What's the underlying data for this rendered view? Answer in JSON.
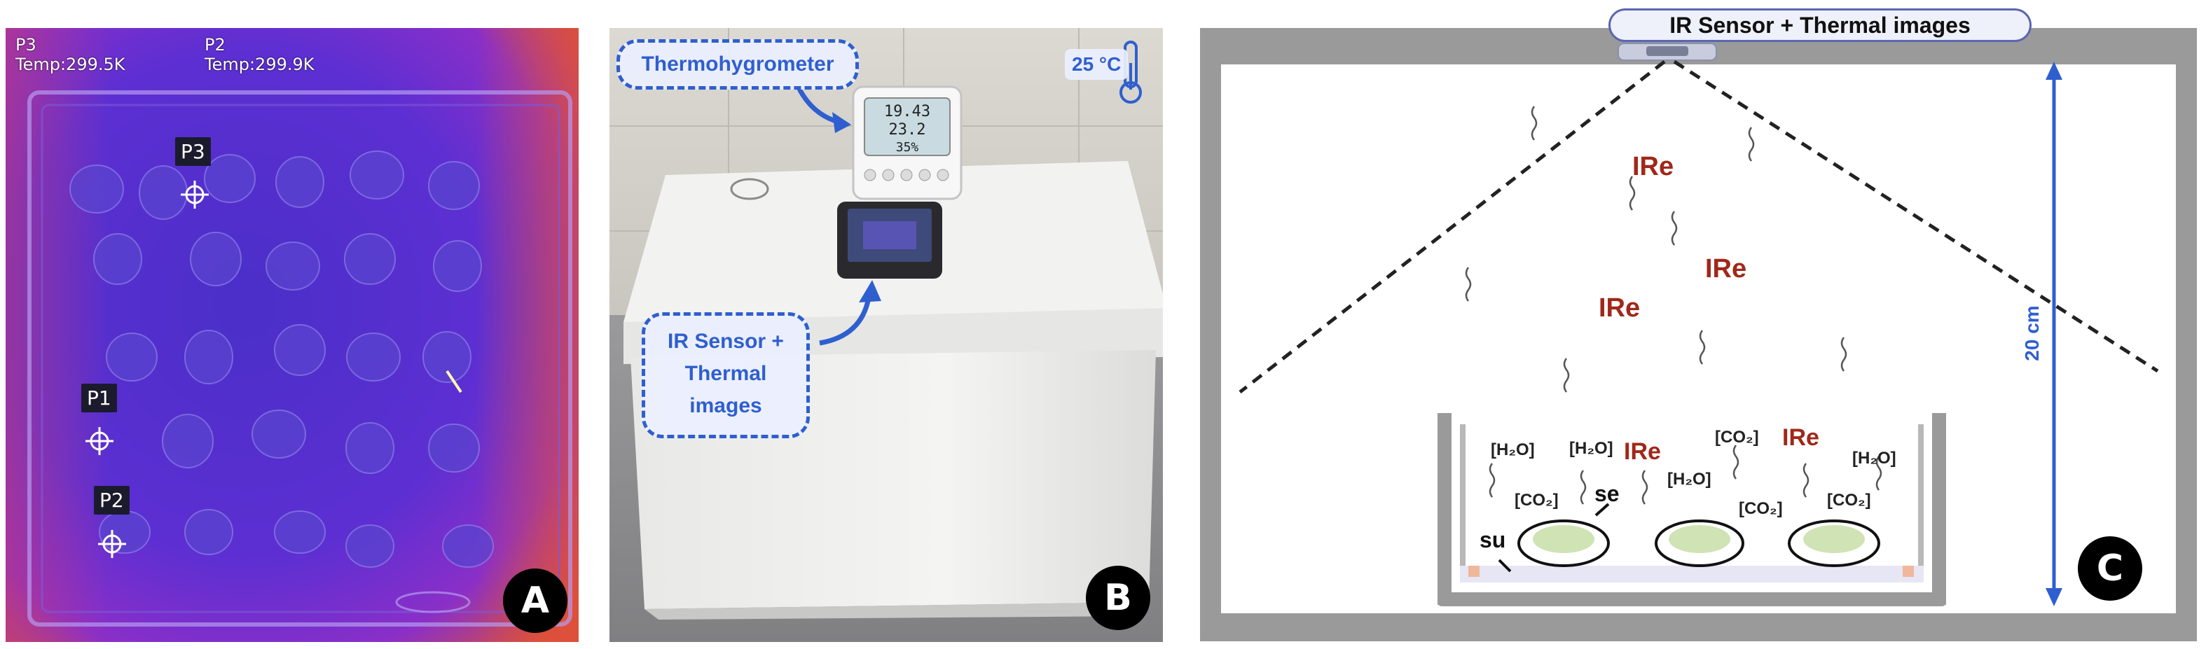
{
  "panel_a": {
    "badge": "A",
    "readouts": [
      {
        "probe": "P3",
        "temp": "Temp:299.5K"
      },
      {
        "probe": "P2",
        "temp": "Temp:299.9K"
      }
    ],
    "probes": [
      "P3",
      "P1",
      "P2"
    ],
    "colors": {
      "cold": "#4a2fc8",
      "mid": "#7a2fd0",
      "hot": "#e0503a"
    }
  },
  "panel_b": {
    "badge": "B",
    "label_top": "Thermohygrometer",
    "label_bottom_lines": [
      "IR Sensor +",
      "Thermal",
      "images"
    ],
    "temperature": "25 °C",
    "display_lines": [
      "19.43",
      "23.2",
      "35%"
    ],
    "colors": {
      "accent": "#2f5fcf"
    }
  },
  "panel_c": {
    "badge": "C",
    "header": "IR Sensor + Thermal images",
    "distance": "20 cm",
    "emission_labels": [
      "IRe",
      "IRe",
      "IRe",
      "IRe",
      "IRe"
    ],
    "gas_labels": [
      "[H₂O]",
      "[H₂O]",
      "[CO₂]",
      "[CO₂]",
      "[H₂O]",
      "[CO₂]",
      "[H₂O]",
      "[CO₂]"
    ],
    "surface_labels": {
      "su": "su",
      "se": "se"
    },
    "colors": {
      "emission": "#a0281a",
      "arrow": "#2f5fcf",
      "wall": "#9a9a9a"
    }
  }
}
